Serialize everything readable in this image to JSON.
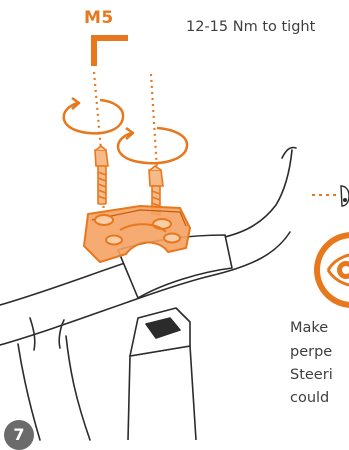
{
  "tool": {
    "label": "M5",
    "torque_text": "12-15 Nm to tight",
    "icon": "hex-key-icon",
    "accent_color": "#e8781e"
  },
  "note": {
    "icon": "eye-icon",
    "lines": [
      "Make",
      "perpe",
      "Steeri",
      "could"
    ]
  },
  "step": {
    "number": "7",
    "badge_color": "#6b6b6b"
  },
  "colors": {
    "accent": "#e8781e",
    "line_art": "#2b2b2b",
    "text": "#3f3f3f"
  }
}
